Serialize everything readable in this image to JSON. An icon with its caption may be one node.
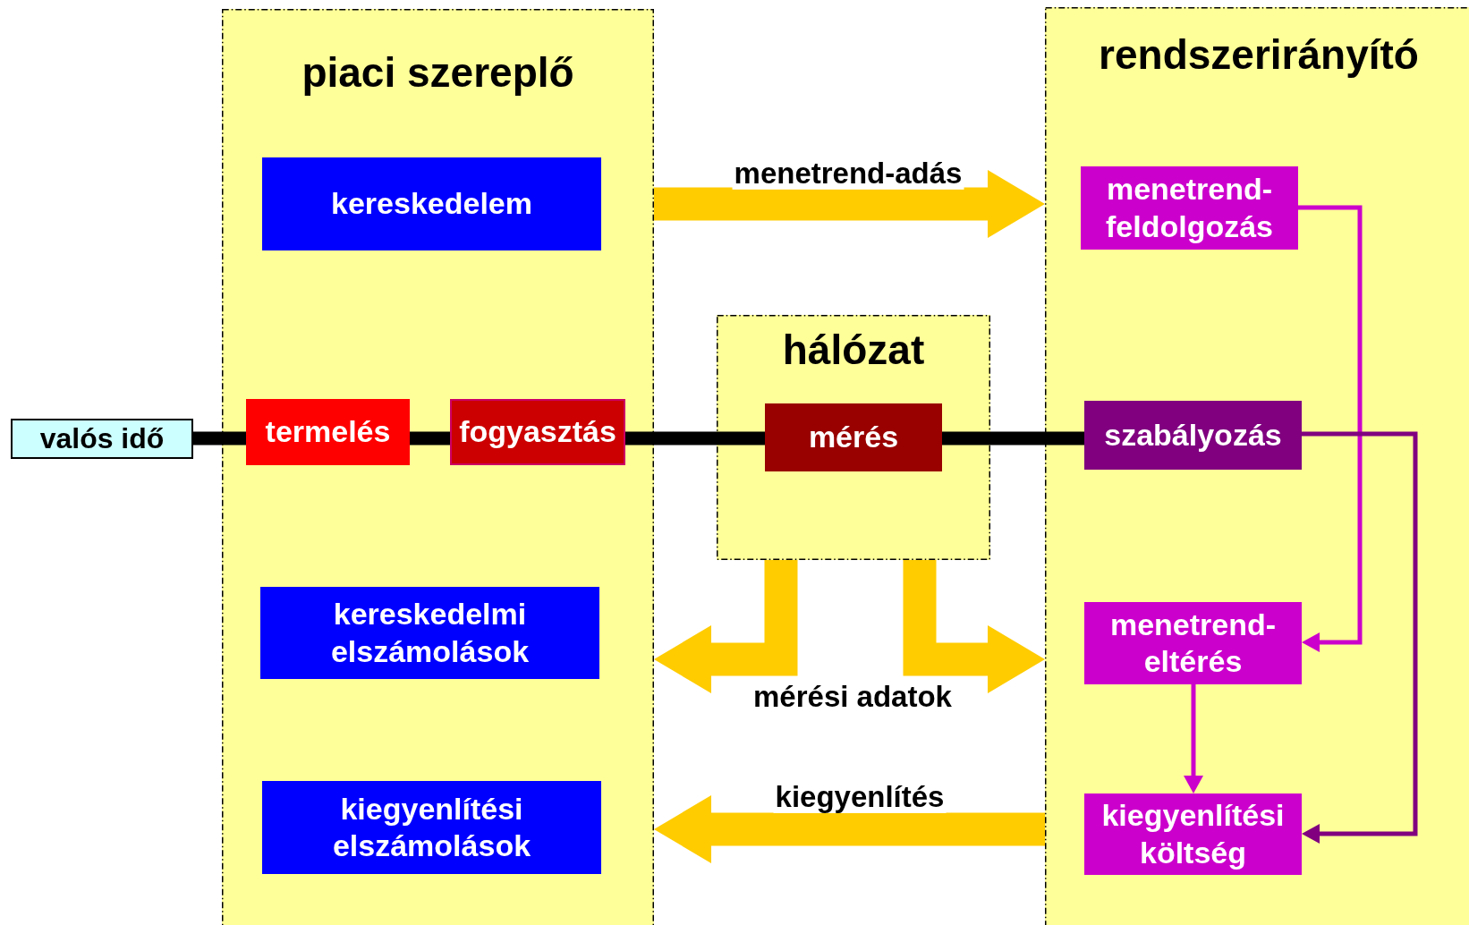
{
  "diagram": {
    "nodes": [
      {
        "text": [
          "piaci szereplő"
        ]
      },
      {
        "text": [
          "kereskedelem"
        ],
        "in": 0
      },
      {
        "text": [
          "termelés"
        ],
        "in": 0
      },
      {
        "text": [
          "fogyasztás"
        ],
        "in": 0
      },
      {
        "text": [
          "kereskedelmi elszámolások"
        ],
        "in": 0
      },
      {
        "text": [
          "kiegyenlítési elszámolások"
        ],
        "in": 0
      },
      {
        "text": [
          "hálózat"
        ]
      },
      {
        "text": [
          "mérés"
        ],
        "in": 6
      },
      {
        "text": [
          "rendszerirányító"
        ]
      },
      {
        "text": [
          "menetrend-feldolgozás"
        ],
        "in": 8
      },
      {
        "text": [
          "szabályozás"
        ],
        "in": 8
      },
      {
        "text": [
          "menetrend-eltérés"
        ],
        "in": 8
      },
      {
        "text": [
          "kiegyenlítési költség"
        ],
        "in": 8
      },
      {
        "text": [
          "valós idő"
        ]
      }
    ],
    "edges": [
      {
        "from": 13,
        "to": 2,
        "arrow": "none"
      },
      {
        "from": 2,
        "to": 3,
        "arrow": "none"
      },
      {
        "from": 3,
        "to": 7,
        "arrow": "none"
      },
      {
        "from": 7,
        "to": 10,
        "arrow": "none"
      },
      {
        "from": 0,
        "to": 8,
        "arrow": "to",
        "label": "menetrend-adás",
        "style": "thick",
        "color": "#ffcc00"
      },
      {
        "from": 6,
        "to": 0,
        "arrow": "to",
        "label": "mérési adatok",
        "style": "thick",
        "color": "#ffcc00"
      },
      {
        "from": 6,
        "to": 8,
        "arrow": "to",
        "style": "thick",
        "color": "#ffcc00"
      },
      {
        "from": 8,
        "to": 0,
        "arrow": "to",
        "label": "kiegyenlítés",
        "style": "thick",
        "color": "#ffcc00"
      },
      {
        "from": 9,
        "to": 11,
        "arrow": "to",
        "color": "#cc00cc"
      },
      {
        "from": 11,
        "to": 12,
        "arrow": "to",
        "color": "#cc00cc"
      },
      {
        "from": 10,
        "to": 12,
        "arrow": "to",
        "color": "#800080"
      }
    ]
  }
}
